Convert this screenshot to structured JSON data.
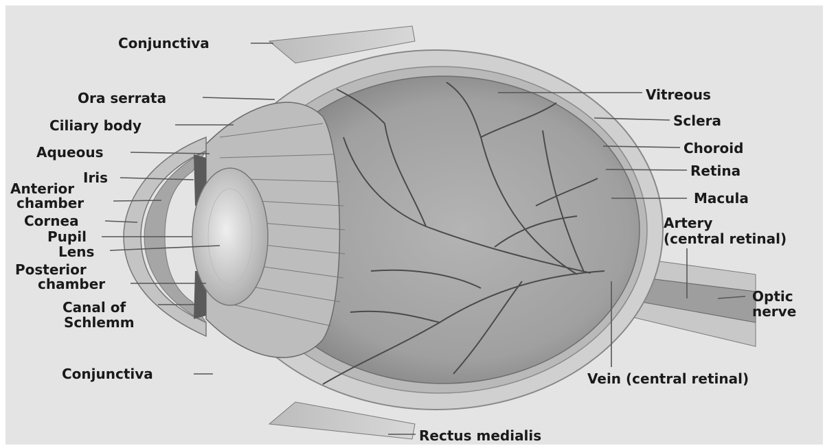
{
  "labels": {
    "conjunctiva_top": "Conjunctiva",
    "ora_serrata": "Ora serrata",
    "ciliary_body": "Ciliary body",
    "aqueous": "Aqueous",
    "iris": "Iris",
    "anterior_chamber_1": "Anterior",
    "anterior_chamber_2": "chamber",
    "cornea": "Cornea",
    "pupil": "Pupil",
    "lens": "Lens",
    "posterior_chamber_1": "Posterior",
    "posterior_chamber_2": "chamber",
    "canal_of_schlemm_1": "Canal of",
    "canal_of_schlemm_2": "Schlemm",
    "conjunctiva_bottom": "Conjunctiva",
    "vitreous": "Vitreous",
    "sclera": "Sclera",
    "choroid": "Choroid",
    "retina": "Retina",
    "macula": "Macula",
    "artery_1": "Artery",
    "artery_2": "(central retinal)",
    "optic_nerve_1": "Optic",
    "optic_nerve_2": "nerve",
    "vein": "Vein (central retinal)",
    "rectus_medialis": "Rectus medialis"
  },
  "colors": {
    "background": "#e4e4e4",
    "sclera": "#cfcfcf",
    "interior": "#9a9a9a",
    "vessels": "#4a4a4a",
    "label_text": "#1a1a1a"
  }
}
